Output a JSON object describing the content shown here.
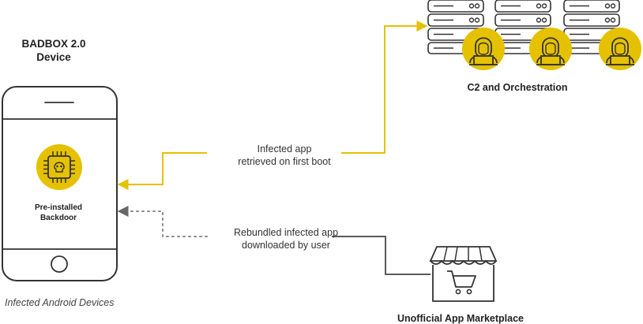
{
  "device": {
    "title_line1": "BADBOX 2.0",
    "title_line2": "Device",
    "backdoor_line1": "Pre-installed",
    "backdoor_line2": "Backdoor",
    "caption": "Infected Android Devices"
  },
  "edges": {
    "infected_line1": "Infected app",
    "infected_line2": "retrieved on first boot",
    "rebundled_line1": "Rebundled infected app",
    "rebundled_line2": "downloaded by user"
  },
  "c2": {
    "label": "C2 and Orchestration"
  },
  "marketplace": {
    "label": "Unofficial App Marketplace"
  },
  "colors": {
    "accent_yellow": "#e5c100",
    "line_gray": "#5a5a5a",
    "dotted_gray": "#8a8a8a",
    "outline": "#333333"
  },
  "icons": [
    "smartphone-icon",
    "chip-skull-icon",
    "server-stack-icon",
    "hacker-icon",
    "storefront-icon",
    "shopping-cart-icon"
  ]
}
